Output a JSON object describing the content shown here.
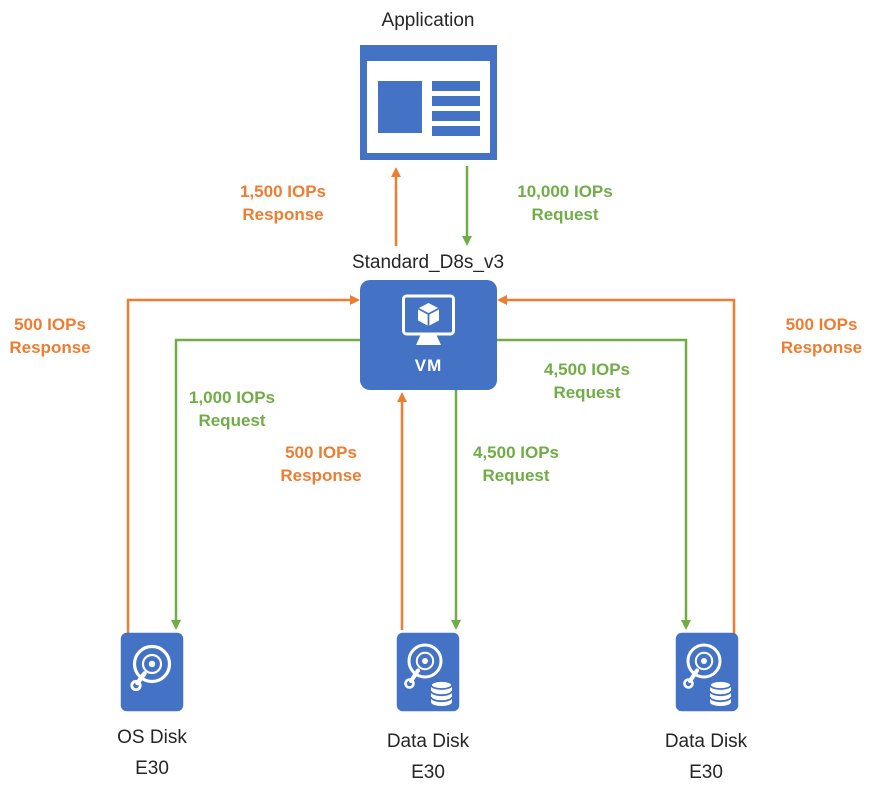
{
  "colors": {
    "orange": "#ED7D31",
    "green": "#70AD47",
    "blue": "#4472C4"
  },
  "nodes": {
    "application": {
      "title": "Application"
    },
    "vm": {
      "title": "Standard_D8s_v3",
      "label": "VM"
    },
    "os_disk": {
      "name": "OS Disk",
      "tier": "E30"
    },
    "data_disk_1": {
      "name": "Data Disk",
      "tier": "E30"
    },
    "data_disk_2": {
      "name": "Data Disk",
      "tier": "E30"
    }
  },
  "flows": {
    "app_response": {
      "value": "1,500 IOPs",
      "kind": "Response"
    },
    "app_request": {
      "value": "10,000 IOPs",
      "kind": "Request"
    },
    "os_disk_response": {
      "value": "500 IOPs",
      "kind": "Response"
    },
    "os_disk_request": {
      "value": "1,000 IOPs",
      "kind": "Request"
    },
    "data_disk_1_response": {
      "value": "500 IOPs",
      "kind": "Response"
    },
    "data_disk_1_request": {
      "value": "4,500 IOPs",
      "kind": "Request"
    },
    "data_disk_2_request": {
      "value": "4,500 IOPs",
      "kind": "Request"
    },
    "data_disk_2_response": {
      "value": "500 IOPs",
      "kind": "Response"
    }
  }
}
